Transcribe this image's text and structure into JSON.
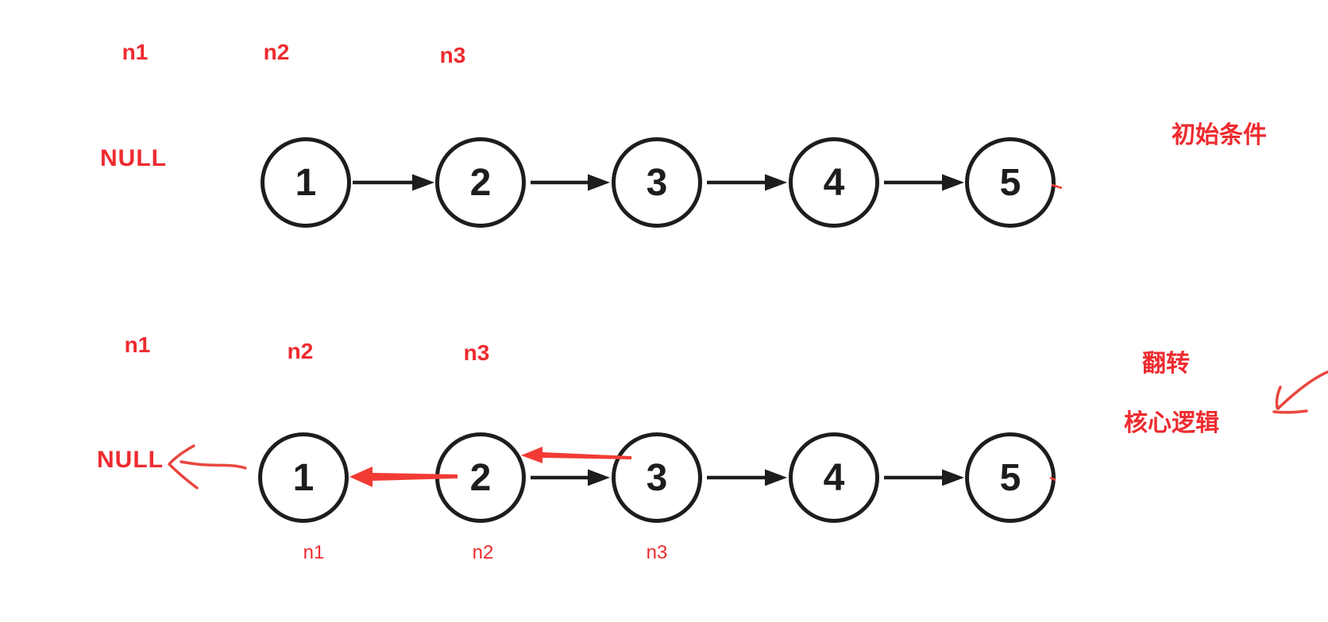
{
  "colors": {
    "label_red": "#ee2b2f",
    "marker_arrow_red": "#f23b34",
    "hand_drawn_red": "#e8473f",
    "diagram_black": "#1d1d1d",
    "background": "#ffffff"
  },
  "top_section": {
    "pointer_labels": [
      "n1",
      "n2",
      "n3"
    ],
    "null_label": "NULL",
    "nodes": [
      "1",
      "2",
      "3",
      "4",
      "5"
    ],
    "caption": "初始条件"
  },
  "bottom_section": {
    "pointer_labels": [
      "n1",
      "n2",
      "n3"
    ],
    "null_label": "NULL",
    "nodes": [
      "1",
      "2",
      "3",
      "4",
      "5"
    ],
    "node_sublabels": [
      "n1",
      "n2",
      "n3"
    ],
    "caption_line1": "翻转",
    "caption_line2": "核心逻辑"
  }
}
